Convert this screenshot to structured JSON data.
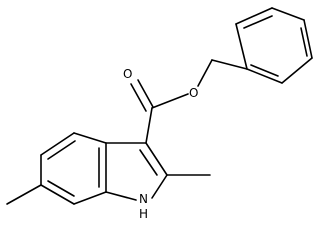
{
  "molecule": {
    "atoms": {
      "carbonyl_oxygen": "O",
      "ester_oxygen": "O",
      "indole_nitrogen": "N",
      "indole_nh_hydrogen": "H"
    }
  },
  "colors": {
    "bond": "#000000",
    "background": "#ffffff"
  }
}
